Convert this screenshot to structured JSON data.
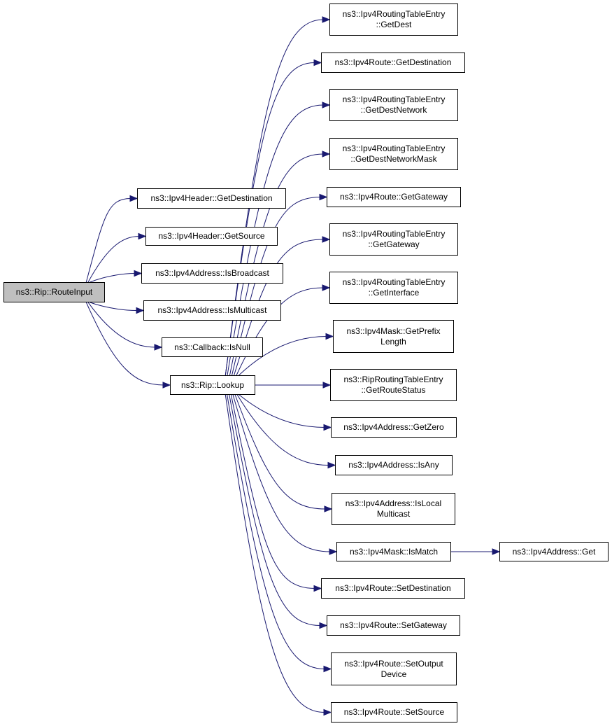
{
  "colors": {
    "edge": "#191970",
    "root_fill": "#bfbfbf",
    "node_fill": "#ffffff",
    "border": "#000000"
  },
  "nodes": {
    "route_input": [
      "ns3::Rip::RouteInput"
    ],
    "hdr_get_destination": [
      "ns3::Ipv4Header::GetDestination"
    ],
    "hdr_get_source": [
      "ns3::Ipv4Header::GetSource"
    ],
    "addr_is_broadcast": [
      "ns3::Ipv4Address::IsBroadcast"
    ],
    "addr_is_multicast": [
      "ns3::Ipv4Address::IsMulticast"
    ],
    "callback_is_null": [
      "ns3::Callback::IsNull"
    ],
    "rip_lookup": [
      "ns3::Rip::Lookup"
    ],
    "rte_get_dest": [
      "ns3::Ipv4RoutingTableEntry",
      "::GetDest"
    ],
    "route_get_destination": [
      "ns3::Ipv4Route::GetDestination"
    ],
    "rte_get_dest_network": [
      "ns3::Ipv4RoutingTableEntry",
      "::GetDestNetwork"
    ],
    "rte_get_dest_network_mask": [
      "ns3::Ipv4RoutingTableEntry",
      "::GetDestNetworkMask"
    ],
    "route_get_gateway": [
      "ns3::Ipv4Route::GetGateway"
    ],
    "rte_get_gateway": [
      "ns3::Ipv4RoutingTableEntry",
      "::GetGateway"
    ],
    "rte_get_interface": [
      "ns3::Ipv4RoutingTableEntry",
      "::GetInterface"
    ],
    "mask_get_prefix_length": [
      "ns3::Ipv4Mask::GetPrefix",
      "Length"
    ],
    "rip_rte_get_route_status": [
      "ns3::RipRoutingTableEntry",
      "::GetRouteStatus"
    ],
    "addr_get_zero": [
      "ns3::Ipv4Address::GetZero"
    ],
    "addr_is_any": [
      "ns3::Ipv4Address::IsAny"
    ],
    "addr_is_local_multicast": [
      "ns3::Ipv4Address::IsLocal",
      "Multicast"
    ],
    "mask_is_match": [
      "ns3::Ipv4Mask::IsMatch"
    ],
    "addr_get": [
      "ns3::Ipv4Address::Get"
    ],
    "route_set_destination": [
      "ns3::Ipv4Route::SetDestination"
    ],
    "route_set_gateway": [
      "ns3::Ipv4Route::SetGateway"
    ],
    "route_set_output_device": [
      "ns3::Ipv4Route::SetOutput",
      "Device"
    ],
    "route_set_source": [
      "ns3::Ipv4Route::SetSource"
    ]
  },
  "edges": [
    [
      "route_input",
      "hdr_get_destination"
    ],
    [
      "route_input",
      "hdr_get_source"
    ],
    [
      "route_input",
      "addr_is_broadcast"
    ],
    [
      "route_input",
      "addr_is_multicast"
    ],
    [
      "route_input",
      "callback_is_null"
    ],
    [
      "route_input",
      "rip_lookup"
    ],
    [
      "rip_lookup",
      "rte_get_dest"
    ],
    [
      "rip_lookup",
      "route_get_destination"
    ],
    [
      "rip_lookup",
      "rte_get_dest_network"
    ],
    [
      "rip_lookup",
      "rte_get_dest_network_mask"
    ],
    [
      "rip_lookup",
      "route_get_gateway"
    ],
    [
      "rip_lookup",
      "rte_get_gateway"
    ],
    [
      "rip_lookup",
      "rte_get_interface"
    ],
    [
      "rip_lookup",
      "mask_get_prefix_length"
    ],
    [
      "rip_lookup",
      "rip_rte_get_route_status"
    ],
    [
      "rip_lookup",
      "addr_get_zero"
    ],
    [
      "rip_lookup",
      "addr_is_any"
    ],
    [
      "rip_lookup",
      "addr_is_local_multicast"
    ],
    [
      "rip_lookup",
      "mask_is_match"
    ],
    [
      "rip_lookup",
      "route_set_destination"
    ],
    [
      "rip_lookup",
      "route_set_gateway"
    ],
    [
      "rip_lookup",
      "route_set_output_device"
    ],
    [
      "rip_lookup",
      "route_set_source"
    ],
    [
      "mask_is_match",
      "addr_get"
    ]
  ]
}
